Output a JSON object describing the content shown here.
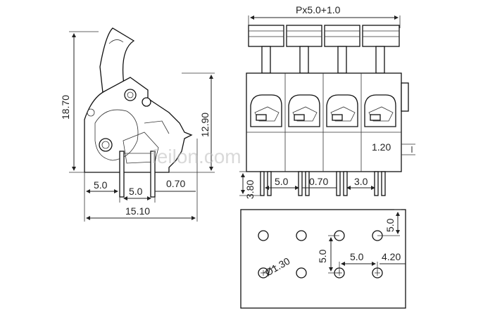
{
  "drawing": {
    "side_view": {
      "height_label": "18.70",
      "pin_height_label": "12.90",
      "left_pitch_label": "5.0",
      "inner_pitch_label": "5.0",
      "pin_width_label": "0.70",
      "overall_depth_label": "15.10"
    },
    "front_view": {
      "width_label": "Px5.0+1.0",
      "offset_label": "1.20",
      "pin_length_label": "3.80",
      "pitch_label": "5.0",
      "pin_width_label": "0.70",
      "pin_spacing_label": "3.0",
      "positions": 4
    },
    "pcb_layout": {
      "hole_diameter_label": "Ø1.30",
      "vertical_pitch_label": "5.0",
      "row_spacing_label": "5.0",
      "horizontal_pitch_label": "5.0",
      "edge_offset_label": "4.20"
    },
    "watermark": "feilon.com"
  }
}
